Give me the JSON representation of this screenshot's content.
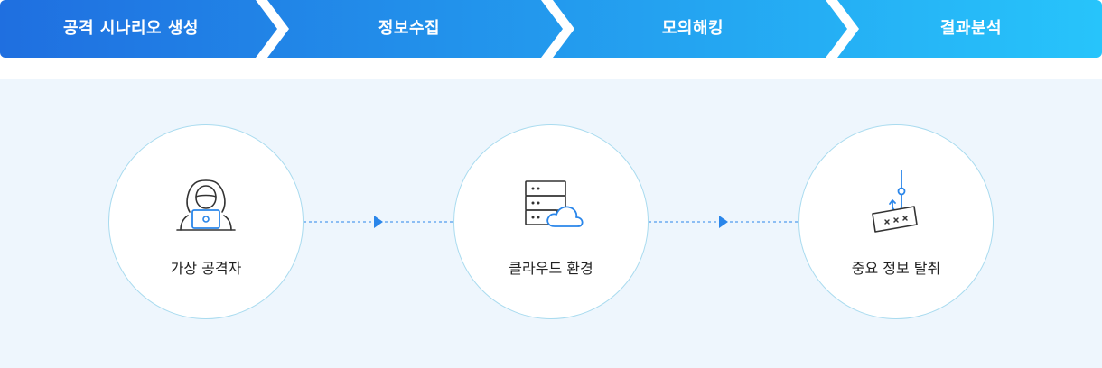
{
  "steps": [
    {
      "label": "공격 시나리오 생성"
    },
    {
      "label": "정보수집"
    },
    {
      "label": "모의해킹"
    },
    {
      "label": "결과분석"
    }
  ],
  "nodes": [
    {
      "label": "가상 공격자",
      "icon": "hacker-laptop-icon"
    },
    {
      "label": "클라우드 환경",
      "icon": "server-cloud-icon"
    },
    {
      "label": "중요 정보 탈취",
      "icon": "phishing-hook-icon"
    }
  ],
  "colors": {
    "step_gradient_start": "#1f6fe0",
    "step_gradient_end": "#27c4fb",
    "panel_bg": "#eef6fd",
    "circle_border": "#a9dbef",
    "connector": "#2a86ea"
  }
}
